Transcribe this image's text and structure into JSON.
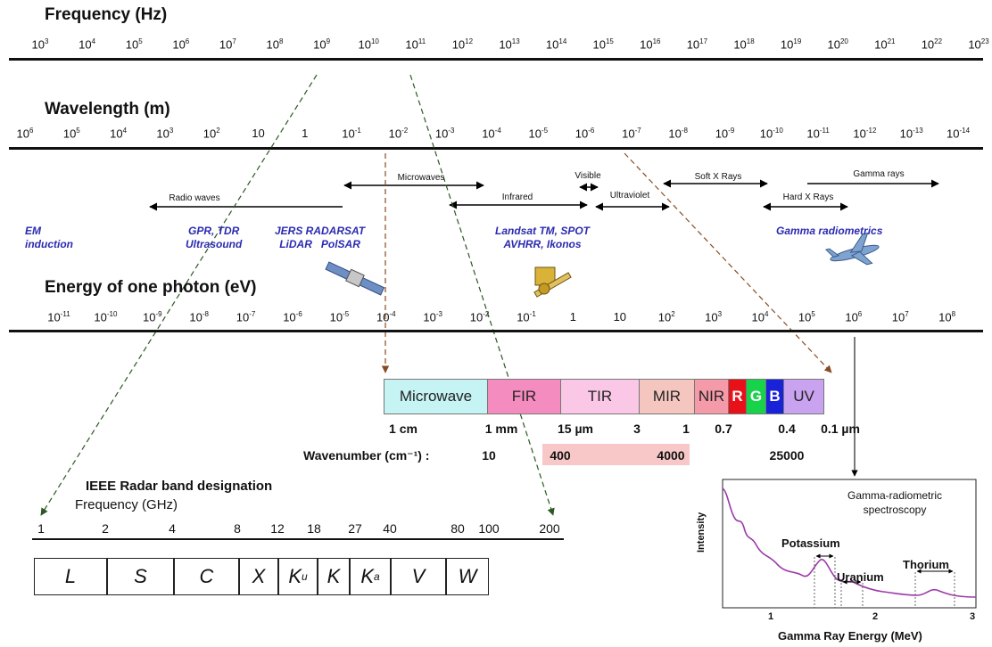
{
  "frequency": {
    "heading": "Frequency (Hz)",
    "ticks": [
      {
        "b": "10",
        "e": "3"
      },
      {
        "b": "10",
        "e": "4"
      },
      {
        "b": "10",
        "e": "5"
      },
      {
        "b": "10",
        "e": "6"
      },
      {
        "b": "10",
        "e": "7"
      },
      {
        "b": "10",
        "e": "8"
      },
      {
        "b": "10",
        "e": "9"
      },
      {
        "b": "10",
        "e": "10"
      },
      {
        "b": "10",
        "e": "11"
      },
      {
        "b": "10",
        "e": "12"
      },
      {
        "b": "10",
        "e": "13"
      },
      {
        "b": "10",
        "e": "14"
      },
      {
        "b": "10",
        "e": "15"
      },
      {
        "b": "10",
        "e": "16"
      },
      {
        "b": "10",
        "e": "17"
      },
      {
        "b": "10",
        "e": "18"
      },
      {
        "b": "10",
        "e": "19"
      },
      {
        "b": "10",
        "e": "20"
      },
      {
        "b": "10",
        "e": "21"
      },
      {
        "b": "10",
        "e": "22"
      },
      {
        "b": "10",
        "e": "23"
      }
    ]
  },
  "wavelength": {
    "heading": "Wavelength (m)",
    "ticks": [
      {
        "b": "10",
        "e": "6"
      },
      {
        "b": "10",
        "e": "5"
      },
      {
        "b": "10",
        "e": "4"
      },
      {
        "b": "10",
        "e": "3"
      },
      {
        "b": "10",
        "e": "2"
      },
      {
        "b": "10",
        "e": ""
      },
      {
        "b": "1",
        "e": ""
      },
      {
        "b": "10",
        "e": "-1"
      },
      {
        "b": "10",
        "e": "-2"
      },
      {
        "b": "10",
        "e": "-3"
      },
      {
        "b": "10",
        "e": "-4"
      },
      {
        "b": "10",
        "e": "-5"
      },
      {
        "b": "10",
        "e": "-6"
      },
      {
        "b": "10",
        "e": "-7"
      },
      {
        "b": "10",
        "e": "-8"
      },
      {
        "b": "10",
        "e": "-9"
      },
      {
        "b": "10",
        "e": "-10"
      },
      {
        "b": "10",
        "e": "-11"
      },
      {
        "b": "10",
        "e": "-12"
      },
      {
        "b": "10",
        "e": "-13"
      },
      {
        "b": "10",
        "e": "-14"
      }
    ]
  },
  "regions": {
    "microwaves": "Microwaves",
    "visible": "Visible",
    "soft_xrays": "Soft X Rays",
    "gamma_rays": "Gamma rays",
    "radio_waves": "Radio waves",
    "infrared": "Infrared",
    "ultraviolet": "Ultraviolet",
    "hard_xrays": "Hard X Rays"
  },
  "sensors": {
    "em": "EM\ninduction",
    "gpr": "GPR, TDR\nUltrasound",
    "jers": "JERS RADARSAT\nLiDAR   PolSAR",
    "landsat": "Landsat TM, SPOT\nAVHRR, Ikonos",
    "gamma": "Gamma radiometrics"
  },
  "energy": {
    "heading": "Energy of one photon (eV)",
    "ticks": [
      {
        "b": "10",
        "e": "-11"
      },
      {
        "b": "10",
        "e": "-10"
      },
      {
        "b": "10",
        "e": "-9"
      },
      {
        "b": "10",
        "e": "-8"
      },
      {
        "b": "10",
        "e": "-7"
      },
      {
        "b": "10",
        "e": "-6"
      },
      {
        "b": "10",
        "e": "-5"
      },
      {
        "b": "10",
        "e": "-4"
      },
      {
        "b": "10",
        "e": "-3"
      },
      {
        "b": "10",
        "e": "-2"
      },
      {
        "b": "10",
        "e": "-1"
      },
      {
        "b": "1",
        "e": ""
      },
      {
        "b": "10",
        "e": ""
      },
      {
        "b": "10",
        "e": "2"
      },
      {
        "b": "10",
        "e": "3"
      },
      {
        "b": "10",
        "e": "4"
      },
      {
        "b": "10",
        "e": "5"
      },
      {
        "b": "10",
        "e": "6"
      },
      {
        "b": "10",
        "e": "7"
      },
      {
        "b": "10",
        "e": "8"
      }
    ]
  },
  "bands": [
    {
      "label": "Microwave",
      "color": "#c6f3f3",
      "text": "#222"
    },
    {
      "label": "FIR",
      "color": "#f48cbf",
      "text": "#222"
    },
    {
      "label": "TIR",
      "color": "#fac8e6",
      "text": "#222"
    },
    {
      "label": "MIR",
      "color": "#f5c6c0",
      "text": "#222"
    },
    {
      "label": "NIR",
      "color": "#f49aa8",
      "text": "#222"
    },
    {
      "label": "R",
      "color": "#e8111a",
      "text": "#ffffff"
    },
    {
      "label": "G",
      "color": "#16d34a",
      "text": "#ffffff"
    },
    {
      "label": "B",
      "color": "#1a22d9",
      "text": "#ffffff"
    },
    {
      "label": "UV",
      "color": "#c9a2f0",
      "text": "#222"
    }
  ],
  "wavelength_labels": [
    "1 cm",
    "1 mm",
    "15 µm",
    "3",
    "1",
    "0.7",
    "0.4",
    "0.1 µm"
  ],
  "wavenumber": {
    "label": "Wavenumber (cm⁻¹) :",
    "values": [
      "10",
      "400",
      "4000",
      "25000"
    ]
  },
  "radar": {
    "title": "IEEE Radar band designation",
    "subtitle": "Frequency (GHz)",
    "freqs": [
      "1",
      "2",
      "4",
      "8",
      "12",
      "18",
      "27",
      "40",
      "80",
      "100",
      "200"
    ],
    "bands": [
      {
        "b": "L",
        "s": ""
      },
      {
        "b": "S",
        "s": ""
      },
      {
        "b": "C",
        "s": ""
      },
      {
        "b": "X",
        "s": ""
      },
      {
        "b": "K",
        "s": "u"
      },
      {
        "b": "K",
        "s": ""
      },
      {
        "b": "K",
        "s": "a"
      },
      {
        "b": "V",
        "s": ""
      },
      {
        "b": "W",
        "s": ""
      }
    ]
  },
  "gamma_plot": {
    "title": "Gamma-radiometric\nspectroscopy",
    "ylabel": "Intensity",
    "xlabel": "Gamma Ray Energy (MeV)",
    "xticks": [
      "1",
      "2",
      "3"
    ],
    "peaks": [
      "Potassium",
      "Uranium",
      "Thorium"
    ],
    "curve_color": "#9c3aa8"
  }
}
